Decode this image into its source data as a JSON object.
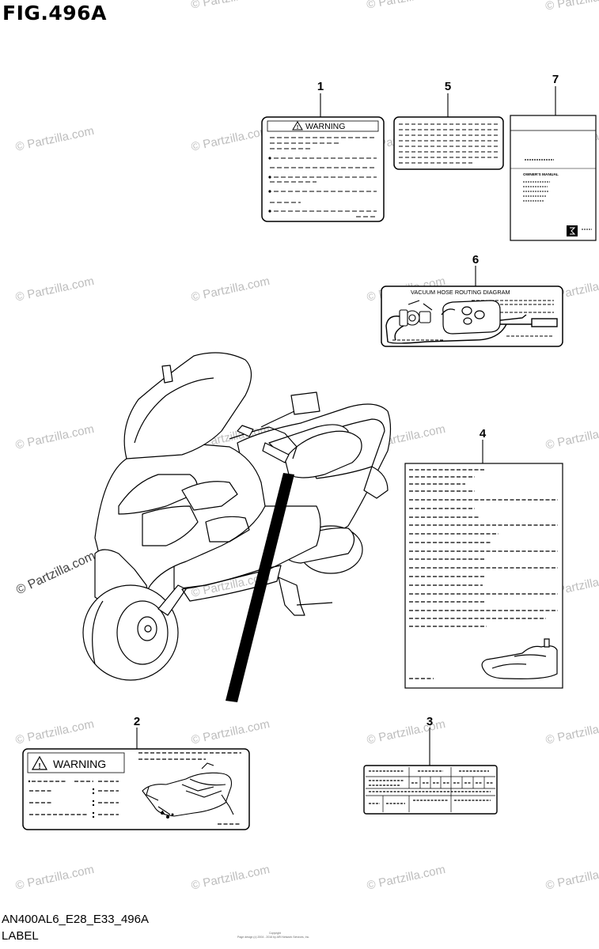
{
  "figure": {
    "title": "FIG.496A",
    "code": "AN400AL6_E28_E33_496A",
    "caption": "LABEL",
    "footer_small_1": "Copyright",
    "footer_small_2": "Page design (c) 2004 - 2016 by ARI Network Services, Inc."
  },
  "watermark": "© Partzilla.com",
  "labels": {
    "warning_1": "WARNING",
    "warning_2": "WARNING",
    "vacuum_title": "VACUUM  HOSE  ROUTING  DIAGRAM",
    "manual_title": "OWNER'S MANUAL"
  },
  "callouts": [
    {
      "number": "1"
    },
    {
      "number": "2"
    },
    {
      "number": "3"
    },
    {
      "number": "4"
    },
    {
      "number": "5"
    },
    {
      "number": "6"
    },
    {
      "number": "7"
    }
  ]
}
